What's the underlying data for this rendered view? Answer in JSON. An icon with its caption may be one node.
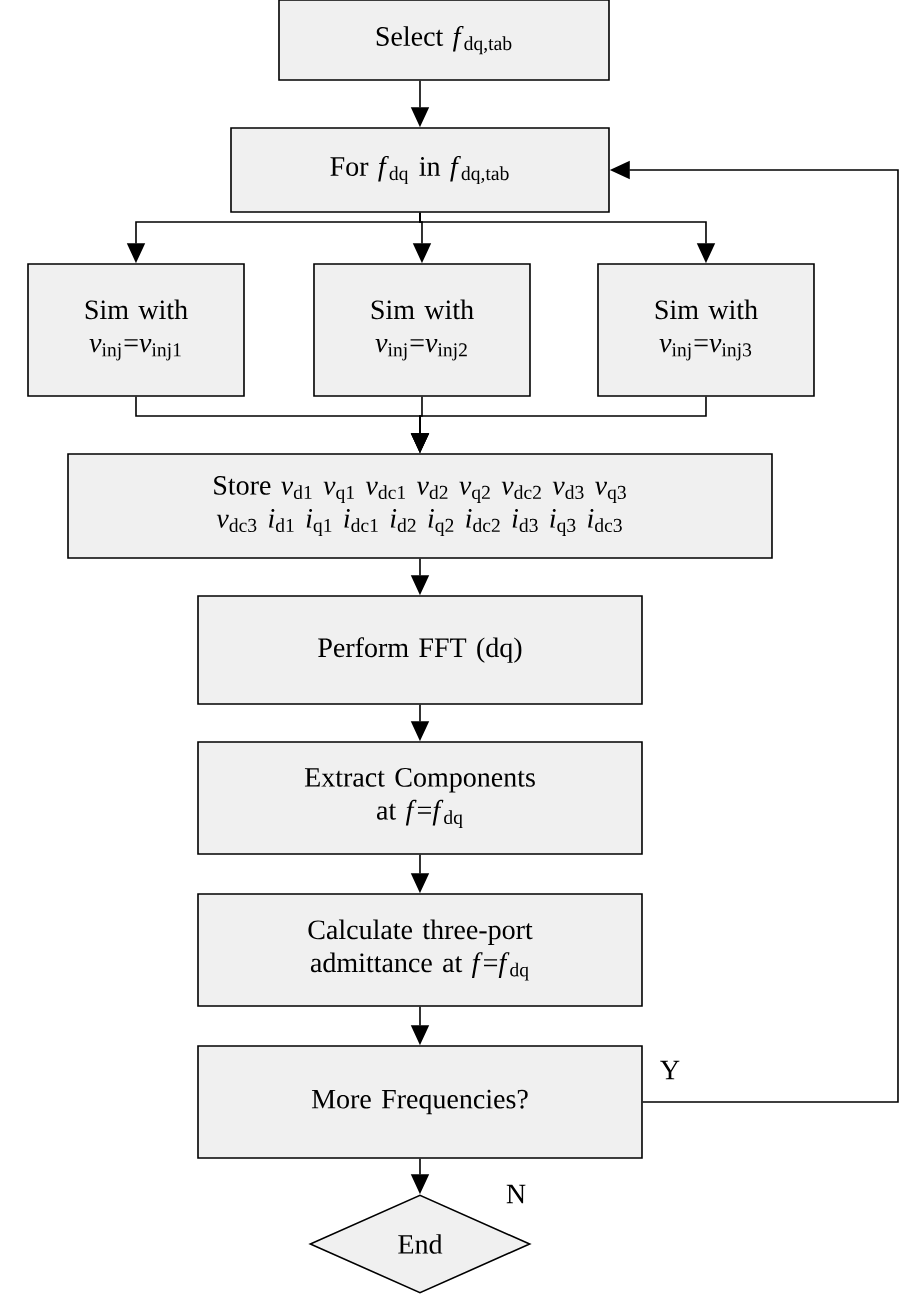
{
  "diagram": {
    "nodes": [
      {
        "text": [
          "Select *f*$_{dq,tab}$"
        ]
      },
      {
        "text": [
          "For *f*$_{dq}$ in *f*$_{dq,tab}$"
        ]
      },
      {
        "text": [
          "Sim with *v*$_{inj}$=*v*$_{inj1}$"
        ]
      },
      {
        "text": [
          "Sim with *v*$_{inj}$=*v*$_{inj2}$"
        ]
      },
      {
        "text": [
          "Sim with *v*$_{inj}$=*v*$_{inj3}$"
        ]
      },
      {
        "text": [
          "Store *v*$_{d1}$ *v*$_{q1}$ *v*$_{dc1}$ *v*$_{d2}$ *v*$_{q2}$ *v*$_{dc2}$ *v*$_{d3}$ *v*$_{q3}$ *v*$_{dc3}$ *i*$_{d1}$ *i*$_{q1}$ *i*$_{dc1}$ *i*$_{d2}$ *i*$_{q2}$ *i*$_{dc2}$ *i*$_{d3}$ *i*$_{q3}$ *i*$_{dc3}$"
        ]
      },
      {
        "text": [
          "Perform FFT (dq)"
        ]
      },
      {
        "text": [
          "Extract Components at *f*=*f*$_{dq}$"
        ]
      },
      {
        "text": [
          "Calculate three-port admittance at *f*=*f*$_{dq}$"
        ]
      },
      {
        "text": [
          "More Frequencies?"
        ]
      },
      {
        "text": [
          "End"
        ]
      }
    ],
    "edges": [
      {
        "from": 0,
        "to": 1,
        "arrow": "to"
      },
      {
        "from": 1,
        "to": 2,
        "arrow": "to"
      },
      {
        "from": 1,
        "to": 3,
        "arrow": "to"
      },
      {
        "from": 1,
        "to": 4,
        "arrow": "to"
      },
      {
        "from": 2,
        "to": 5,
        "arrow": "to"
      },
      {
        "from": 3,
        "to": 5,
        "arrow": "to"
      },
      {
        "from": 4,
        "to": 5,
        "arrow": "to"
      },
      {
        "from": 5,
        "to": 6,
        "arrow": "to"
      },
      {
        "from": 6,
        "to": 7,
        "arrow": "to"
      },
      {
        "from": 7,
        "to": 8,
        "arrow": "to"
      },
      {
        "from": 8,
        "to": 9,
        "arrow": "to"
      },
      {
        "from": 9,
        "to": 1,
        "arrow": "to",
        "label": "Y"
      },
      {
        "from": 9,
        "to": 10,
        "arrow": "to",
        "label": "N"
      }
    ]
  }
}
